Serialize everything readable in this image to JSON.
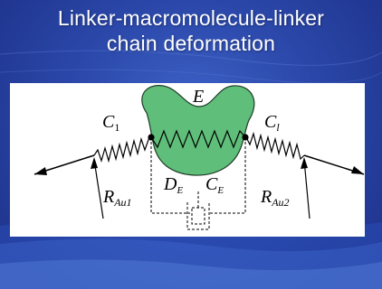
{
  "slide": {
    "title_line1": "Linker-macromolecule-linker",
    "title_line2": "chain deformation"
  },
  "diagram": {
    "macromolecule_label": "E",
    "left_linker_label": {
      "main": "C",
      "sub": "1"
    },
    "right_linker_label": {
      "main": "C",
      "sub": "l"
    },
    "left_force_label": {
      "main": "R",
      "sub": "Au1"
    },
    "right_force_label": {
      "main": "R",
      "sub": "Au2"
    },
    "damper_label": {
      "main": "D",
      "sub": "E"
    },
    "spring_label": {
      "main": "C",
      "sub": "E"
    }
  },
  "colors": {
    "background": "#2b48aa",
    "macromolecule_fill": "#5fbe7a",
    "panel": "#ffffff",
    "title_text": "#ffffff"
  }
}
